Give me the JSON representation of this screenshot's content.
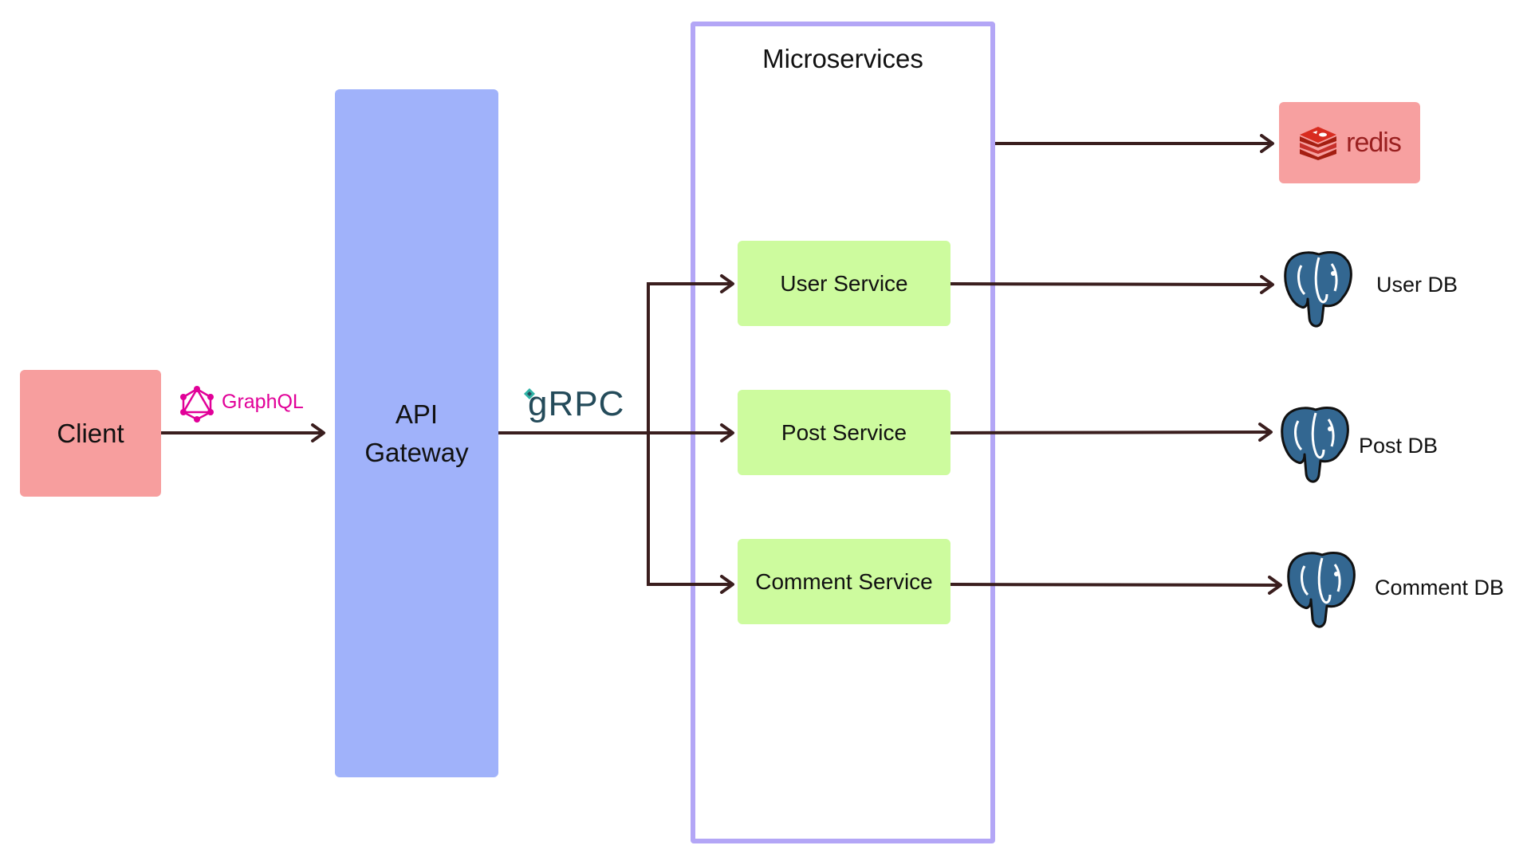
{
  "title": "Microservices",
  "nodes": {
    "client": "Client",
    "gateway_line1": "API",
    "gateway_line2": "Gateway",
    "user_service": "User Service",
    "post_service": "Post Service",
    "comment_service": "Comment Service",
    "redis": "redis",
    "user_db": "User DB",
    "post_db": "Post DB",
    "comment_db": "Comment DB"
  },
  "protocols": {
    "graphql": "GraphQL",
    "grpc": "gRPC"
  },
  "icons": {
    "graphql": "graphql-logo-icon",
    "grpc": "grpc-logo-icon",
    "redis": "redis-logo-icon",
    "postgres": "postgresql-elephant-icon"
  },
  "colors": {
    "client": "#f79e9e",
    "gateway": "#a0b2fa",
    "microservices_border": "#b3a6f6",
    "service": "#cdfb9e",
    "redis": "#f7a0a0",
    "arrow": "#3a1e1e",
    "postgres": "#336791",
    "graphql": "#e10098"
  }
}
